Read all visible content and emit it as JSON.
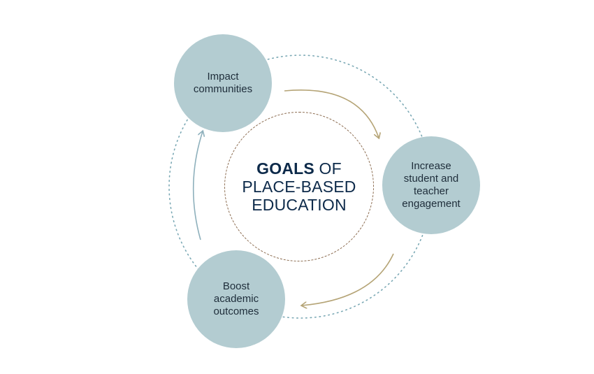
{
  "diagram": {
    "title": {
      "bold_word": "GOALS",
      "line1_rest": " OF",
      "line2": "PLACE-BASED",
      "line3": "EDUCATION"
    },
    "nodes": [
      {
        "id": "impact",
        "label": "Impact\ncommunities"
      },
      {
        "id": "engage",
        "label": "Increase\nstudent and\nteacher\nengagement"
      },
      {
        "id": "boost",
        "label": "Boost\nacademic\noutcomes"
      }
    ],
    "colors": {
      "node_fill": "#b3ccd1",
      "node_text": "#1e2d3a",
      "title_text": "#0d2a4a",
      "cycle_ring": "#7aa8b4",
      "arrow_gold": "#b5a476",
      "arrow_blue": "#8eb0bc",
      "center_ring": "#8a6a4e",
      "background": "#ffffff"
    }
  }
}
